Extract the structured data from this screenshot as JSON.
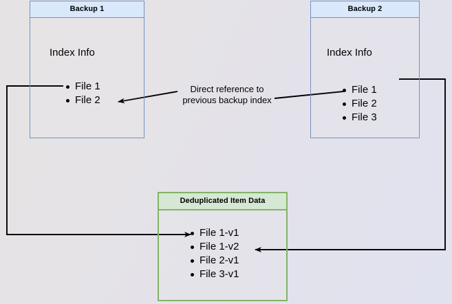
{
  "diagram": {
    "title_hidden": "",
    "background_colors": {
      "left": "#e6e3e4",
      "right": "#e1e2f0"
    },
    "palette": {
      "blue_fill": "#dae8fc",
      "blue_stroke": "#7191c0",
      "green_fill": "#d5e8d4",
      "green_stroke": "#82b366",
      "connector": "#000000",
      "text": "#000000"
    },
    "boxes": [
      {
        "id": "backup-1",
        "header": "Backup 1",
        "caption": "Index Info",
        "items": [
          "File 1",
          "File 2"
        ]
      },
      {
        "id": "backup-2",
        "header": "Backup 2",
        "caption": "Index Info",
        "items": [
          "File 1",
          "File 2",
          "File 3"
        ]
      },
      {
        "id": "deduplicated-item-data",
        "header": "Deduplicated Item Data",
        "caption": "",
        "items": [
          "File 1-v1",
          "File 1-v2",
          "File 2-v1",
          "File 3-v1"
        ]
      }
    ],
    "labels": {
      "direct_reference_line1": "Direct reference to",
      "direct_reference_line2": "previous backup index"
    }
  }
}
